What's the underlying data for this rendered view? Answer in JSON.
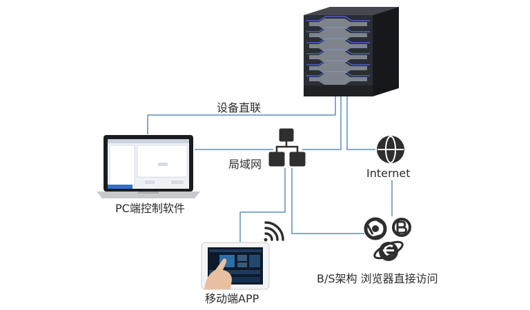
{
  "labels": {
    "direct": "设备直联",
    "lan": "局域网",
    "internet": "Internet",
    "pc": "PC端控制软件",
    "mobile": "移动端APP",
    "browser": "B/S架构 浏览器直接访问"
  },
  "icons": {
    "server": "server-rack-icon",
    "network": "network-hub-icon",
    "internet": "globe-icon",
    "wifi": "wifi-signal-icon",
    "browser": "browser-logos-icon",
    "laptop": "laptop-icon",
    "tablet": "tablet-icon"
  },
  "colors": {
    "line": "#5b8db8",
    "icon": "#2e2e2e",
    "text": "#2b2b2b",
    "server_body": "#2a2d33",
    "server_accent": "#4b5fd6"
  }
}
